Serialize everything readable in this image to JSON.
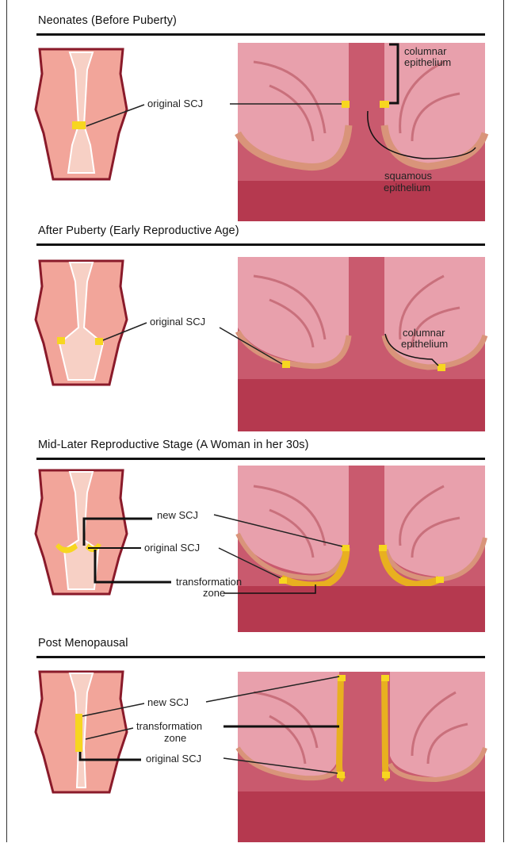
{
  "colors": {
    "tissue": "#f2a59a",
    "canal": "#f7d0c5",
    "border": "#8a1a2a",
    "scj": "#f7d620",
    "photo_bg": "#c95a6e",
    "fold": "#e8a0ac"
  },
  "panels": [
    {
      "title": "Neonates (Before Puberty)",
      "labels": {
        "original_scj": "original SCJ",
        "columnar": [
          "columnar",
          "epithelium"
        ],
        "squamous": [
          "squamous",
          "epithelium"
        ]
      }
    },
    {
      "title": "After Puberty (Early Reproductive Age)",
      "labels": {
        "original_scj": "original SCJ",
        "columnar": [
          "columnar",
          "epithelium"
        ]
      }
    },
    {
      "title": "Mid-Later Reproductive Stage (A Woman in her 30s)",
      "labels": {
        "new_scj": "new SCJ",
        "original_scj": "original SCJ",
        "transformation_zone": [
          "transformation",
          "zone"
        ]
      }
    },
    {
      "title": "Post Menopausal",
      "labels": {
        "new_scj": "new SCJ",
        "transformation_zone": [
          "transformation",
          "zone"
        ],
        "original_scj": "original SCJ"
      }
    }
  ]
}
